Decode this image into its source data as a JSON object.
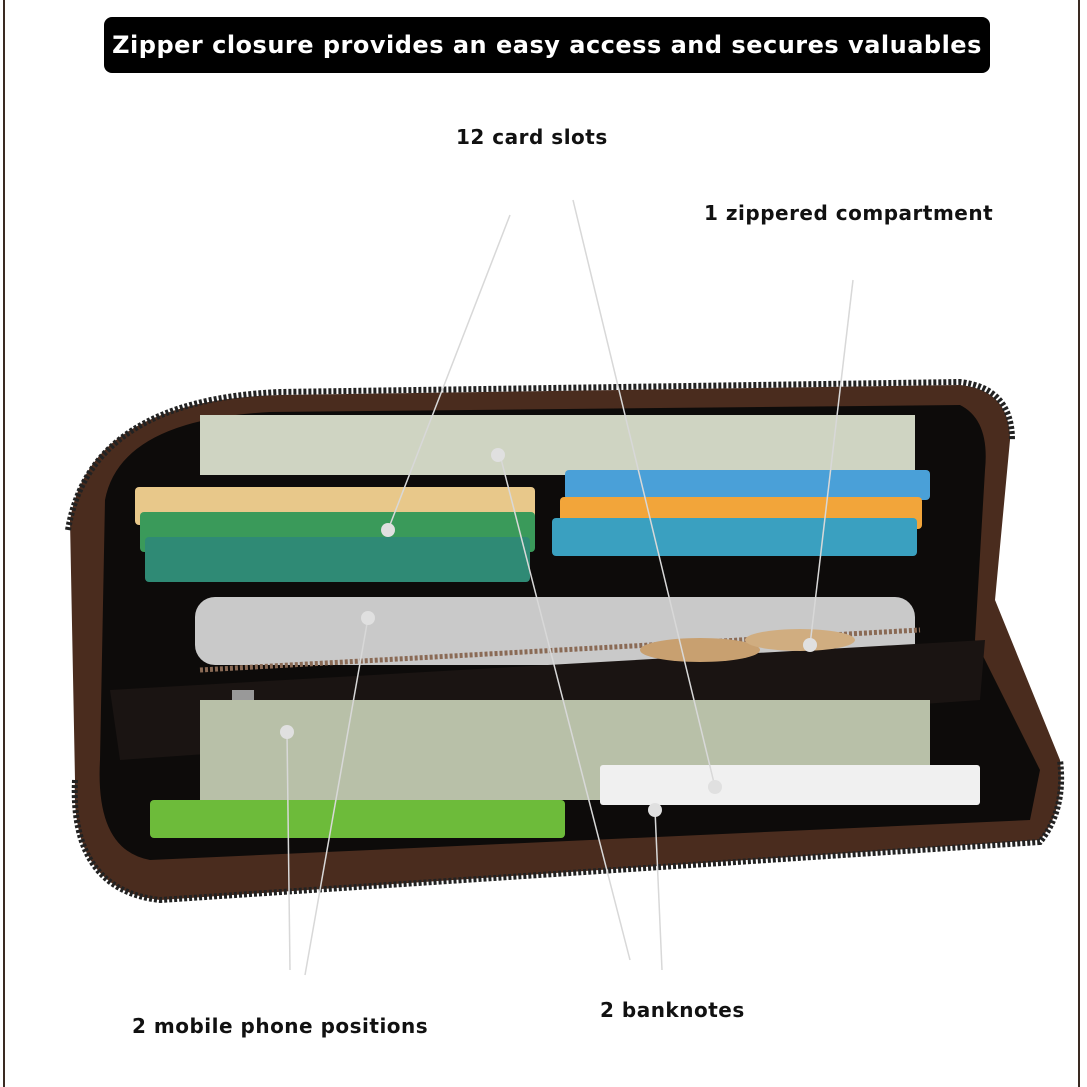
{
  "banner": "Zipper closure provides an easy access and secures valuables",
  "callouts": {
    "card_slots": "12 card slots",
    "zippered": "1 zippered compartment",
    "phone": "2 mobile phone positions",
    "banknotes": "2 banknotes"
  },
  "colors": {
    "leather": "#4a2c1e",
    "interior": "#0d0b0a",
    "accent": "#000000"
  }
}
